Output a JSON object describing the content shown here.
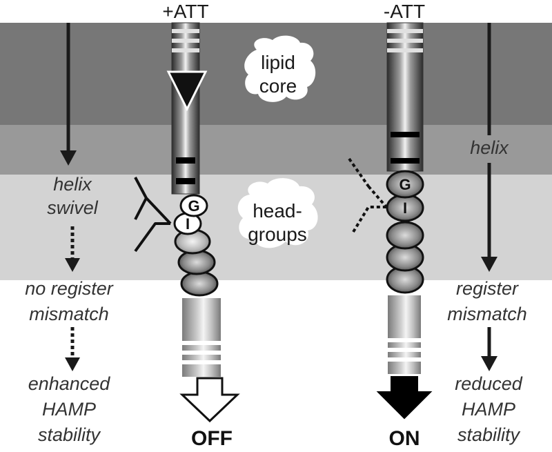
{
  "labels": {
    "plus_att": "+ATT",
    "minus_att": "-ATT",
    "lipid": [
      "lipid",
      "core"
    ],
    "headgroups": [
      "head-",
      "groups"
    ],
    "residue_g": "G",
    "residue_i": "I"
  },
  "left_text": {
    "swivel": [
      "helix",
      "swivel"
    ],
    "register": [
      "no register",
      "mismatch"
    ],
    "stability": [
      "enhanced",
      "HAMP",
      "stability"
    ]
  },
  "right_text": {
    "helix": [
      "helix"
    ],
    "register": [
      "register",
      "mismatch"
    ],
    "stability": [
      "reduced",
      "HAMP",
      "stability"
    ]
  },
  "outputs": {
    "off": "OFF",
    "on": "ON"
  },
  "colors": {
    "lipid_band_upper": "#777777",
    "lipid_band_lower": "#999999",
    "headgroup_band": "#d3d3d3",
    "arrow": "#1a1a1a",
    "off_arrow_fill": "#ffffff",
    "on_arrow_fill": "#000000"
  }
}
